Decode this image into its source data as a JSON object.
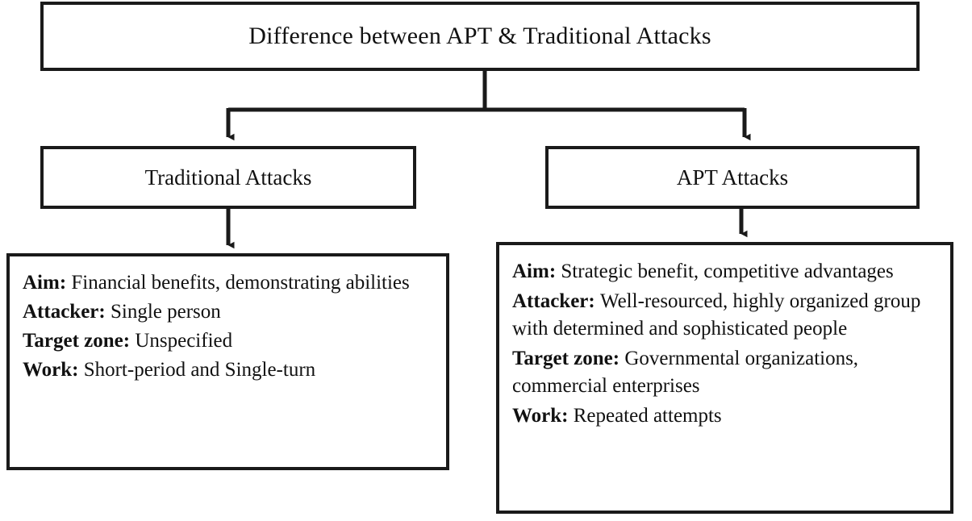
{
  "diagram": {
    "title": "Difference between APT & Traditional Attacks",
    "line_color": "#1a1a1a",
    "background": "#ffffff",
    "branches": [
      {
        "label": "Traditional Attacks"
      },
      {
        "label": "APT Attacks"
      }
    ],
    "details": {
      "traditional": {
        "rows": [
          {
            "key": "Aim:",
            "value": "Financial benefits, demonstrating abilities"
          },
          {
            "key": "Attacker:",
            "value": "Single person"
          },
          {
            "key": "Target zone:",
            "value": "Unspecified"
          },
          {
            "key": "Work:",
            "value": "Short-period and Single-turn"
          }
        ]
      },
      "apt": {
        "rows": [
          {
            "key": "Aim:",
            "value": "Strategic benefit, competitive advantages"
          },
          {
            "key": "Attacker:",
            "value": "Well-resourced, highly organized group with determined and sophisticated people"
          },
          {
            "key": "Target zone:",
            "value": "Governmental organizations, commercial enterprises"
          },
          {
            "key": "Work:",
            "value": "Repeated attempts"
          }
        ]
      }
    },
    "connectors": [
      {
        "name": "title-to-split",
        "from": "title-box",
        "to": "split-bar"
      },
      {
        "name": "split-to-traditional",
        "from": "split-bar",
        "to": "branch-left",
        "arrow": "down"
      },
      {
        "name": "split-to-apt",
        "from": "split-bar",
        "to": "branch-right",
        "arrow": "down"
      },
      {
        "name": "traditional-to-detail",
        "from": "branch-left",
        "to": "detail-left",
        "arrow": "down"
      },
      {
        "name": "apt-to-detail",
        "from": "branch-right",
        "to": "detail-right",
        "arrow": "down"
      }
    ]
  }
}
